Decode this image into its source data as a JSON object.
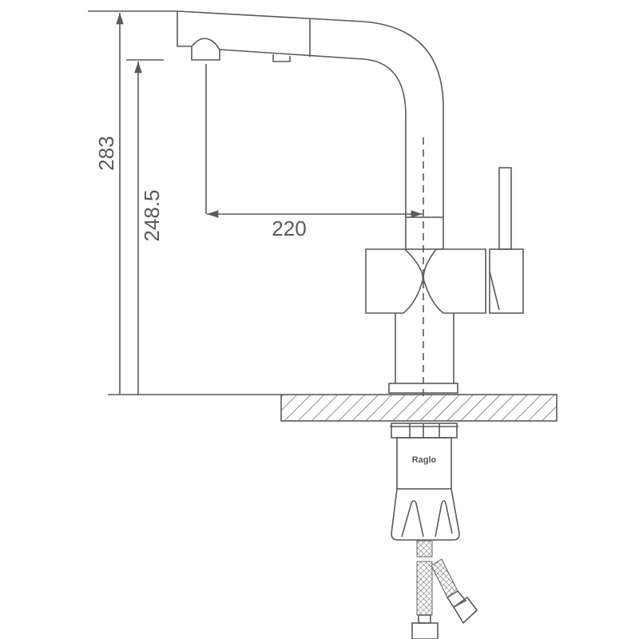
{
  "dimensions": {
    "total_height": "283",
    "spout_height": "248.5",
    "spout_reach": "220"
  },
  "brand": "Raglo",
  "colors": {
    "line": "#5a5a5a"
  }
}
